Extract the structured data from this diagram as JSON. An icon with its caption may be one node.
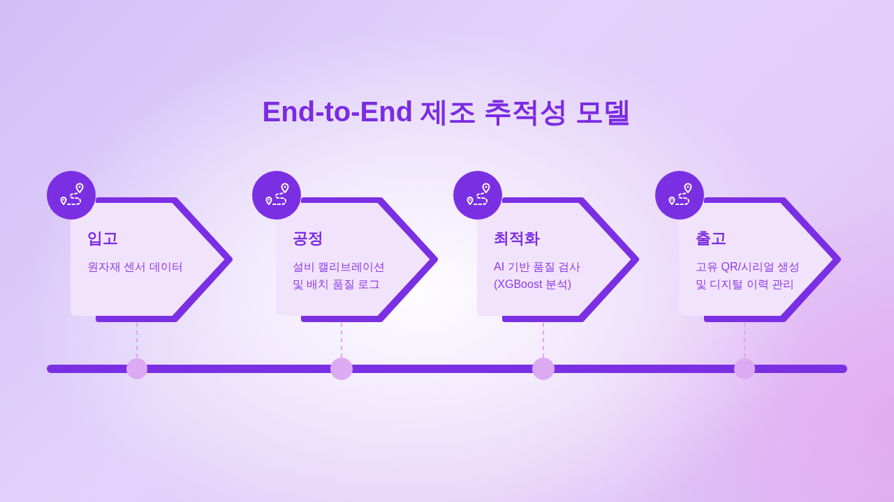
{
  "diagram": {
    "title": "End-to-End 제조 추적성 모델",
    "nodes": [
      {
        "text": [
          "입고",
          "원자재 센서 데이터"
        ]
      },
      {
        "text": [
          "공정",
          "설비 캘리브레이션 및 배치 품질 로그"
        ]
      },
      {
        "text": [
          "최적화",
          "AI 기반 품질 검사 (XGBoost 분석)"
        ]
      },
      {
        "text": [
          "출고",
          "고유 QR/시리얼 생성 및 디지털 이력 관리"
        ]
      },
      {
        "text": [],
        "shape": "circle"
      },
      {
        "text": [],
        "shape": "circle"
      },
      {
        "text": [],
        "shape": "circle"
      },
      {
        "text": [],
        "shape": "circle"
      }
    ],
    "edges": [
      {
        "from": 0,
        "to": 4,
        "arrow": "none",
        "style": "dashed"
      },
      {
        "from": 1,
        "to": 5,
        "arrow": "none",
        "style": "dashed"
      },
      {
        "from": 2,
        "to": 6,
        "arrow": "none",
        "style": "dashed"
      },
      {
        "from": 3,
        "to": 7,
        "arrow": "none",
        "style": "dashed"
      }
    ]
  }
}
